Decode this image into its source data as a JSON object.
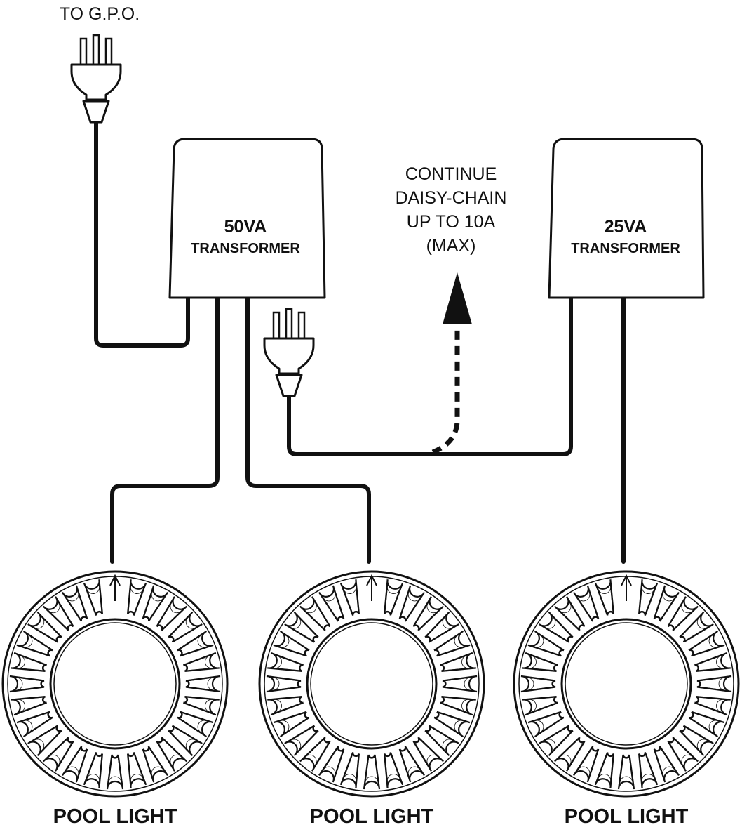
{
  "labels": {
    "gpo": "TO G.P.O.",
    "continue": [
      "CONTINUE",
      "DAISY-CHAIN",
      "UP TO 10A",
      "(MAX)"
    ],
    "transformer_50": {
      "rating": "50VA",
      "name": "TRANSFORMER"
    },
    "transformer_25": {
      "rating": "25VA",
      "name": "TRANSFORMER"
    },
    "pool_light_1": "POOL LIGHT",
    "pool_light_2": "POOL LIGHT",
    "pool_light_3": "POOL LIGHT"
  },
  "colors": {
    "line": "#111111",
    "background": "#ffffff"
  },
  "icons": [
    "plug-icon",
    "pool-light-icon",
    "arrow-up-icon"
  ]
}
